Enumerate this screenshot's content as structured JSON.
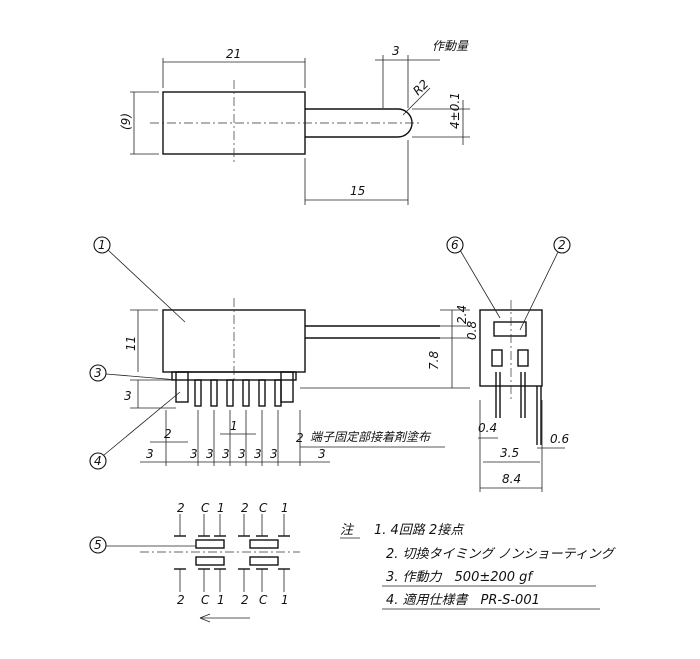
{
  "top_view": {
    "dim_length": "21",
    "dim_travel": "3",
    "travel_label": "作動量",
    "radius": "R2",
    "dim_height": "(9)",
    "dim_lever_width": "4±0.1",
    "dim_lever_length": "15"
  },
  "front_view": {
    "callout_1": "1",
    "callout_3": "3",
    "callout_4": "4",
    "dim_height": "11",
    "dim_pin": "3",
    "dim_a": "2.4",
    "dim_b": "0.8",
    "dim_c": "7.8",
    "dim_pitch_small": "1",
    "dim_tab": "2",
    "dim_tab_right": "2",
    "tab_note": "端子固定部接着剤塗布",
    "pitch_labels": [
      "3",
      "3",
      "3",
      "3",
      "3",
      "3",
      "3",
      "3"
    ]
  },
  "side_view": {
    "callout_6": "6",
    "callout_2": "2",
    "dim_a": "0.4",
    "dim_b": "0.6",
    "dim_c": "3.5",
    "dim_d": "8.4"
  },
  "schematic": {
    "callout_5": "5",
    "top_labels": [
      "2",
      "C",
      "1",
      "2",
      "C",
      "1"
    ],
    "bottom_labels": [
      "2",
      "C",
      "1",
      "2",
      "C",
      "1"
    ]
  },
  "notes": {
    "heading": "注",
    "items": [
      "1. 4回路 2接点",
      "2. 切換タイミング ノンショーティング",
      "3. 作動力　500±200 gf",
      "4. 適用仕様書　PR-S-001"
    ]
  }
}
